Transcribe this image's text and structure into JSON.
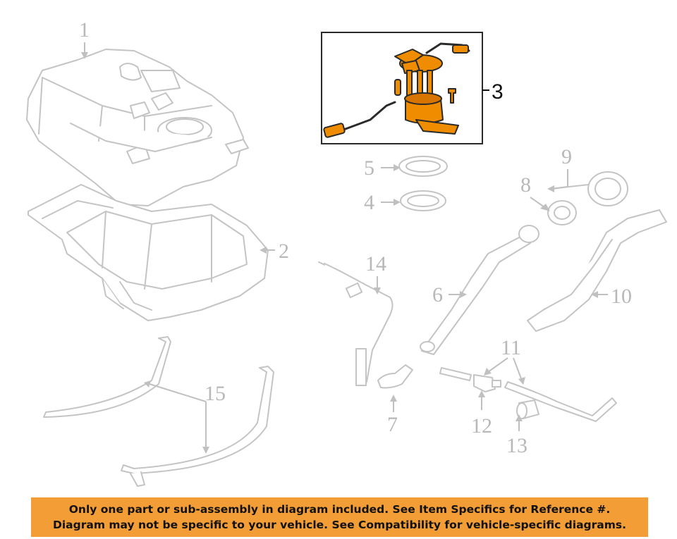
{
  "callouts": {
    "c1": "1",
    "c2": "2",
    "c3": "3",
    "c4": "4",
    "c5": "5",
    "c6": "6",
    "c7": "7",
    "c8": "8",
    "c9": "9",
    "c10": "10",
    "c11": "11",
    "c12": "12",
    "c13": "13",
    "c14": "14",
    "c15": "15"
  },
  "highlight_color": "#f08c00",
  "banner": {
    "line1": "Only one part or sub-assembly in diagram included. See Item Specifics for Reference #.",
    "line2": "Diagram may not be specific to your vehicle. See Compatibility for vehicle-specific diagrams.",
    "background": "#f29d35"
  }
}
